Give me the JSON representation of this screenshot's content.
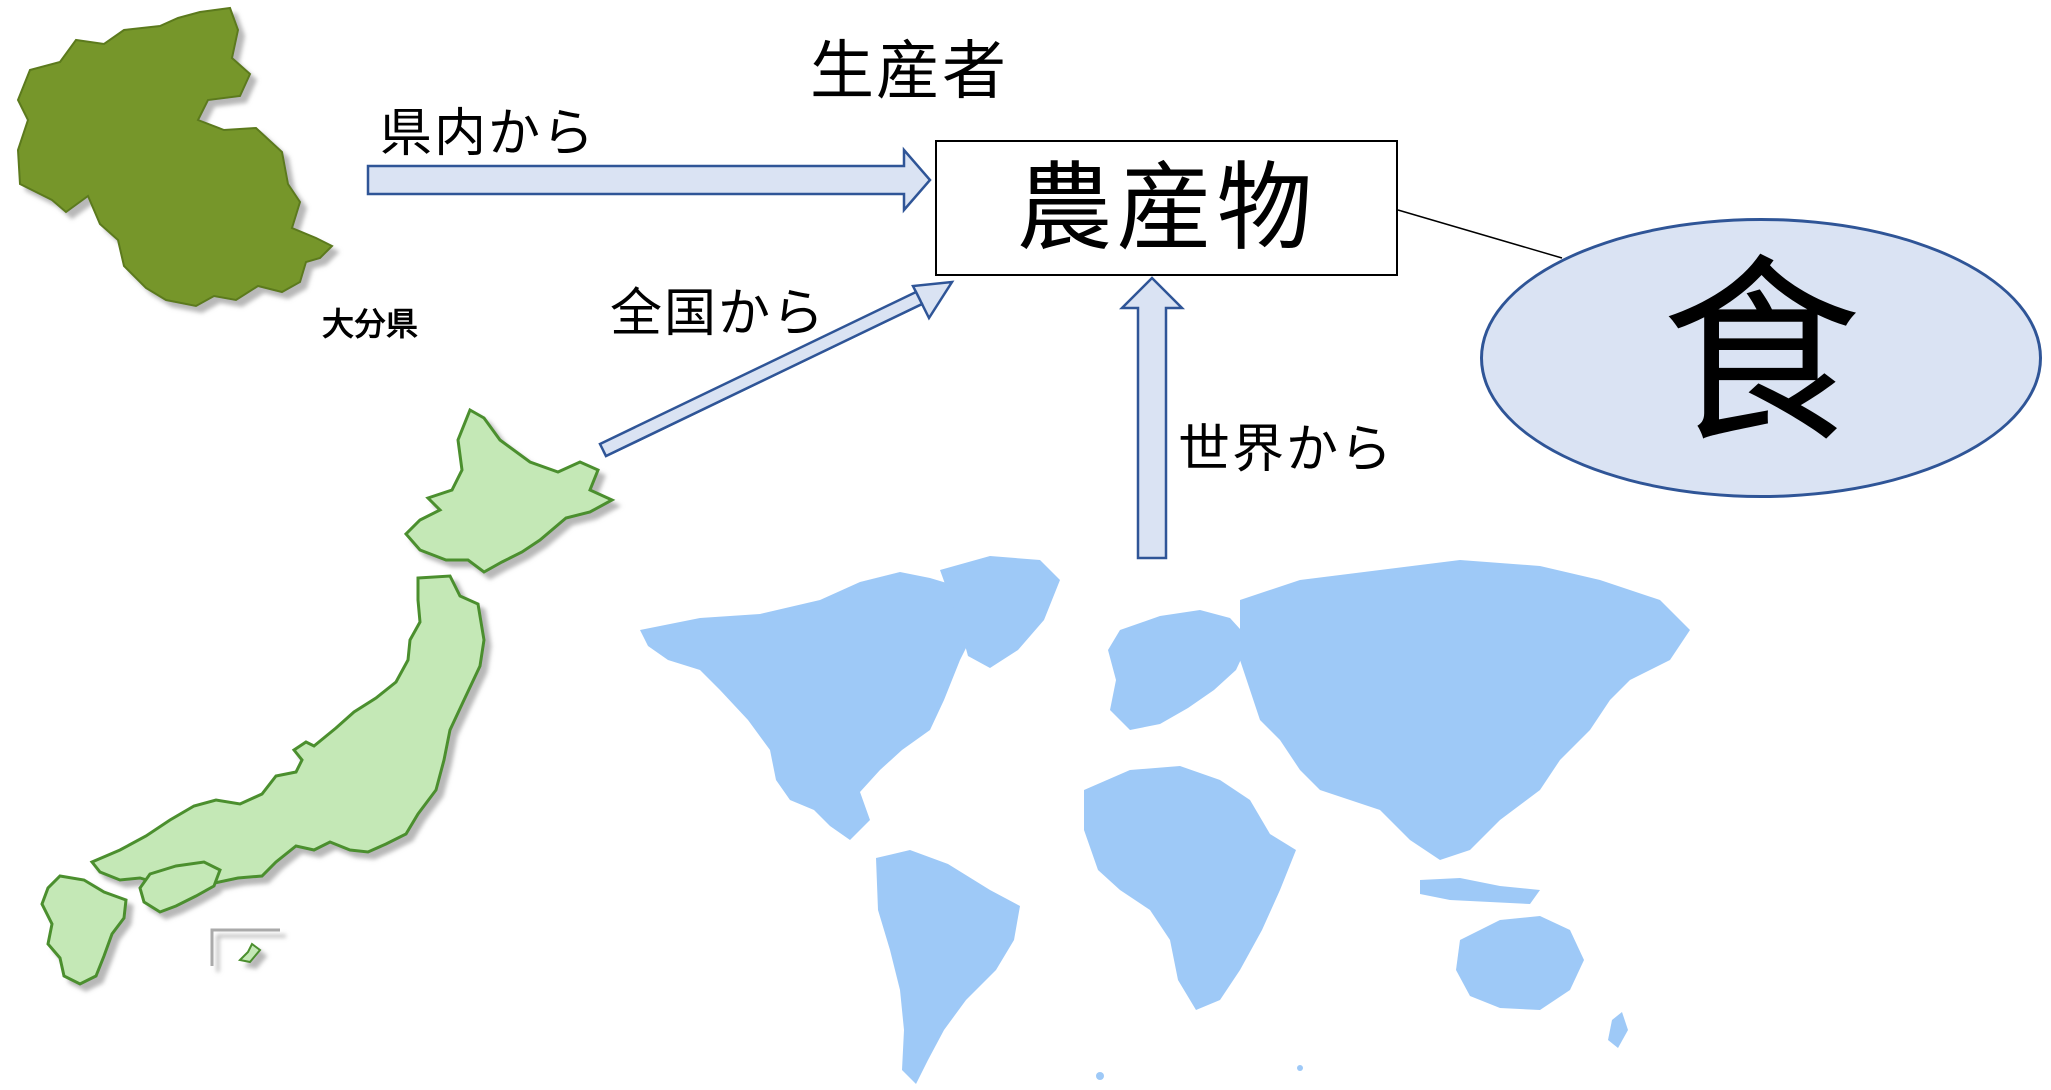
{
  "labels": {
    "producer": "生産者",
    "produce": "農産物",
    "food": "食",
    "from_prefecture": "県内から",
    "from_country": "全国から",
    "from_world": "世界から",
    "oita_prefecture": "大分県"
  },
  "colors": {
    "arrow_fill": "#dae3f3",
    "arrow_stroke": "#2f5597",
    "ellipse_fill": "#dae3f3",
    "oita_map_fill": "#76962c",
    "japan_map_fill": "#c4e8b6",
    "japan_map_stroke": "#4b8f2e",
    "world_map_fill": "#9ec9f7"
  },
  "icons": {
    "oita": "oita-map-icon",
    "japan": "japan-map-icon",
    "world": "world-map-icon"
  }
}
